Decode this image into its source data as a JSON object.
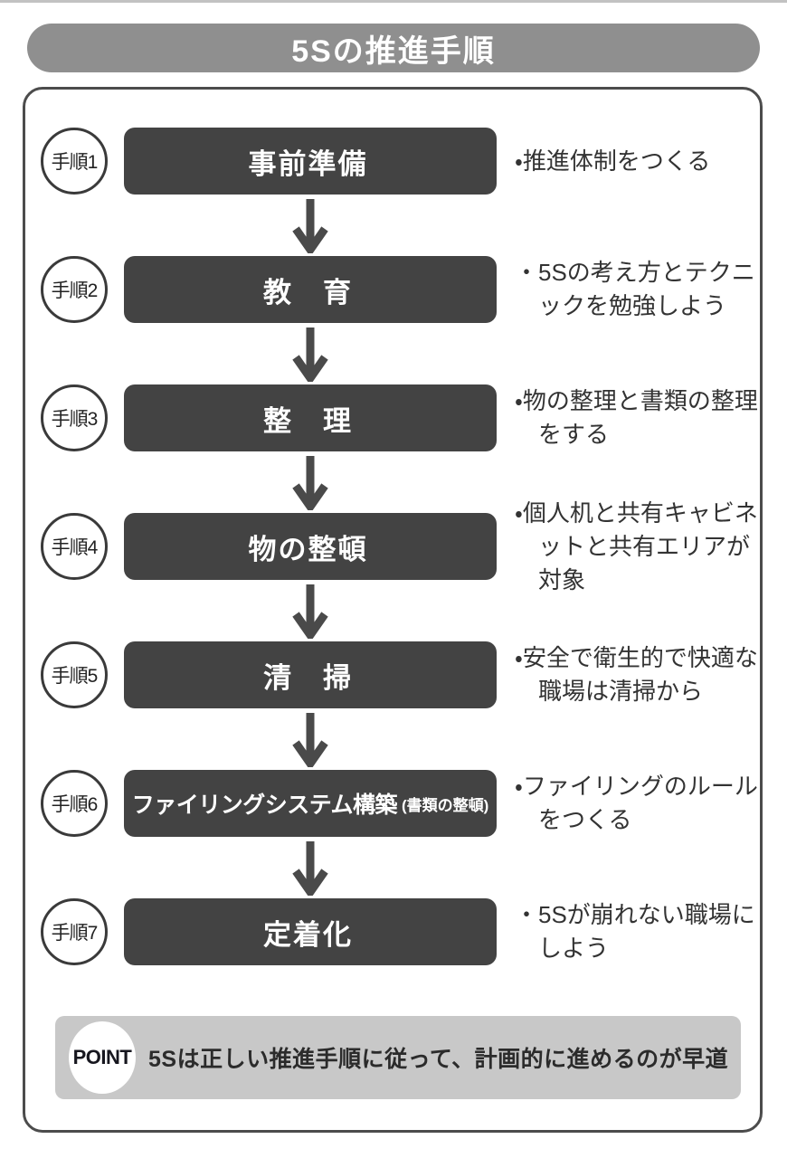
{
  "title": "5Sの推進手順",
  "steps": [
    {
      "circle": "手順1",
      "label": "事前準備",
      "desc": "・推進体制をつくる"
    },
    {
      "circle": "手順2",
      "label": "教　育",
      "desc": "・5Sの考え方とテクニックを勉強しよう"
    },
    {
      "circle": "手順3",
      "label": "整　理",
      "desc": "・物の整理と書類の整理をする"
    },
    {
      "circle": "手順4",
      "label": "物の整頓",
      "desc": "・個人机と共有キャビネットと共有エリアが対象"
    },
    {
      "circle": "手順5",
      "label": "清　掃",
      "desc": "・安全で衛生的で快適な職場は清掃から"
    },
    {
      "circle": "手順6",
      "label": "ファイリングシステム構築",
      "sublabel": "(書類の整頓)",
      "desc": "・ファイリングのルールをつくる"
    },
    {
      "circle": "手順7",
      "label": "定着化",
      "desc": "・5Sが崩れない職場にしよう"
    }
  ],
  "point": {
    "badge": "POINT",
    "text": "5Sは正しい推進手順に従って、計画的に進めるのが早道"
  },
  "colors": {
    "banner_bg": "#8f8f8f",
    "step_box_bg": "#434343",
    "arrow": "#4a4a4a",
    "container_border": "#4c4c4c",
    "point_bg": "#c8c8c8",
    "text": "#2e2e2e"
  }
}
